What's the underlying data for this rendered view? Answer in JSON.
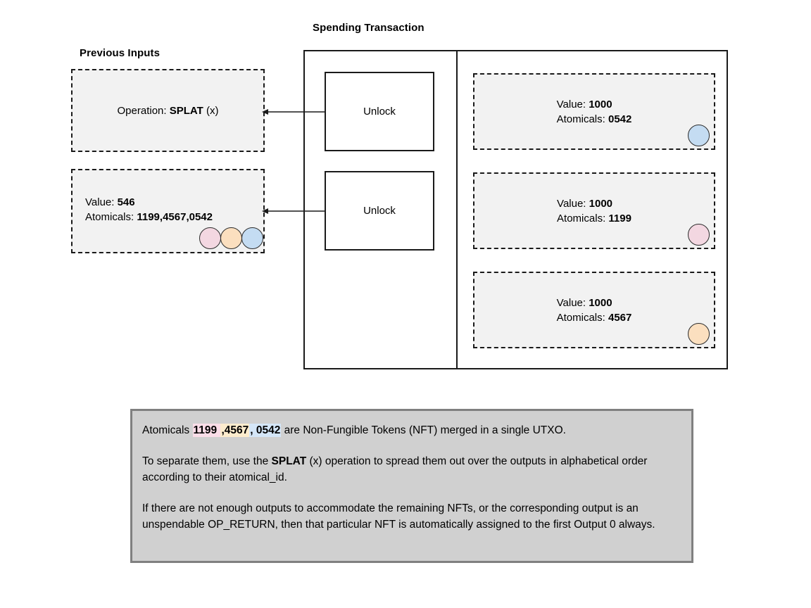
{
  "titles": {
    "spending_transaction": "Spending Transaction",
    "previous_inputs": "Previous Inputs"
  },
  "colors": {
    "token_pink": "#f3d7e1",
    "token_orange": "#fbdfbf",
    "token_blue": "#c4dcf2",
    "box_fill": "#f2f2f2",
    "box_border": "#1a1a1a",
    "note_fill": "#d0d0d0",
    "note_border": "#808080",
    "highlight_pink": "#fbdde8",
    "highlight_orange": "#fdeccd",
    "highlight_blue": "#d4e6f8"
  },
  "inputs": [
    {
      "id": "input-operation",
      "label_prefix": "Operation: ",
      "label_value": "SPLAT",
      "label_suffix": " (x)",
      "tokens": []
    },
    {
      "id": "input-utxo",
      "value_label": "Value: ",
      "value": "546",
      "atomicals_label": "Atomicals: ",
      "atomicals": "1199,4567,0542",
      "tokens": [
        "pink",
        "orange",
        "blue"
      ]
    }
  ],
  "unlock_boxes": [
    {
      "label": "Unlock"
    },
    {
      "label": "Unlock"
    }
  ],
  "outputs": [
    {
      "value_label": "Value: ",
      "value": "1000",
      "atomicals_label": "Atomicals: ",
      "atomicals": "0542",
      "token": "blue"
    },
    {
      "value_label": "Value: ",
      "value": "1000",
      "atomicals_label": "Atomicals: ",
      "atomicals": "1199",
      "token": "pink"
    },
    {
      "value_label": "Value: ",
      "value": "1000",
      "atomicals_label": "Atomicals: ",
      "atomicals": "4567",
      "token": "orange"
    }
  ],
  "note": {
    "p1_lead": "Atomicals ",
    "p1_token1": "1199 ",
    "p1_token2": ",4567",
    "p1_token3": ", 0542",
    "p1_tail": " are Non-Fungible Tokens (NFT) merged in a single UTXO.",
    "p2_lead": "To separate them, use the ",
    "p2_op": "SPLAT",
    "p2_tail": " (x) operation to spread them out over the outputs in alphabetical order according to their atomical_id.",
    "p3": "If there are not enough outputs to accommodate the remaining NFTs, or the corresponding output is an unspendable OP_RETURN, then that particular NFT is automatically assigned to the first Output 0 always."
  }
}
